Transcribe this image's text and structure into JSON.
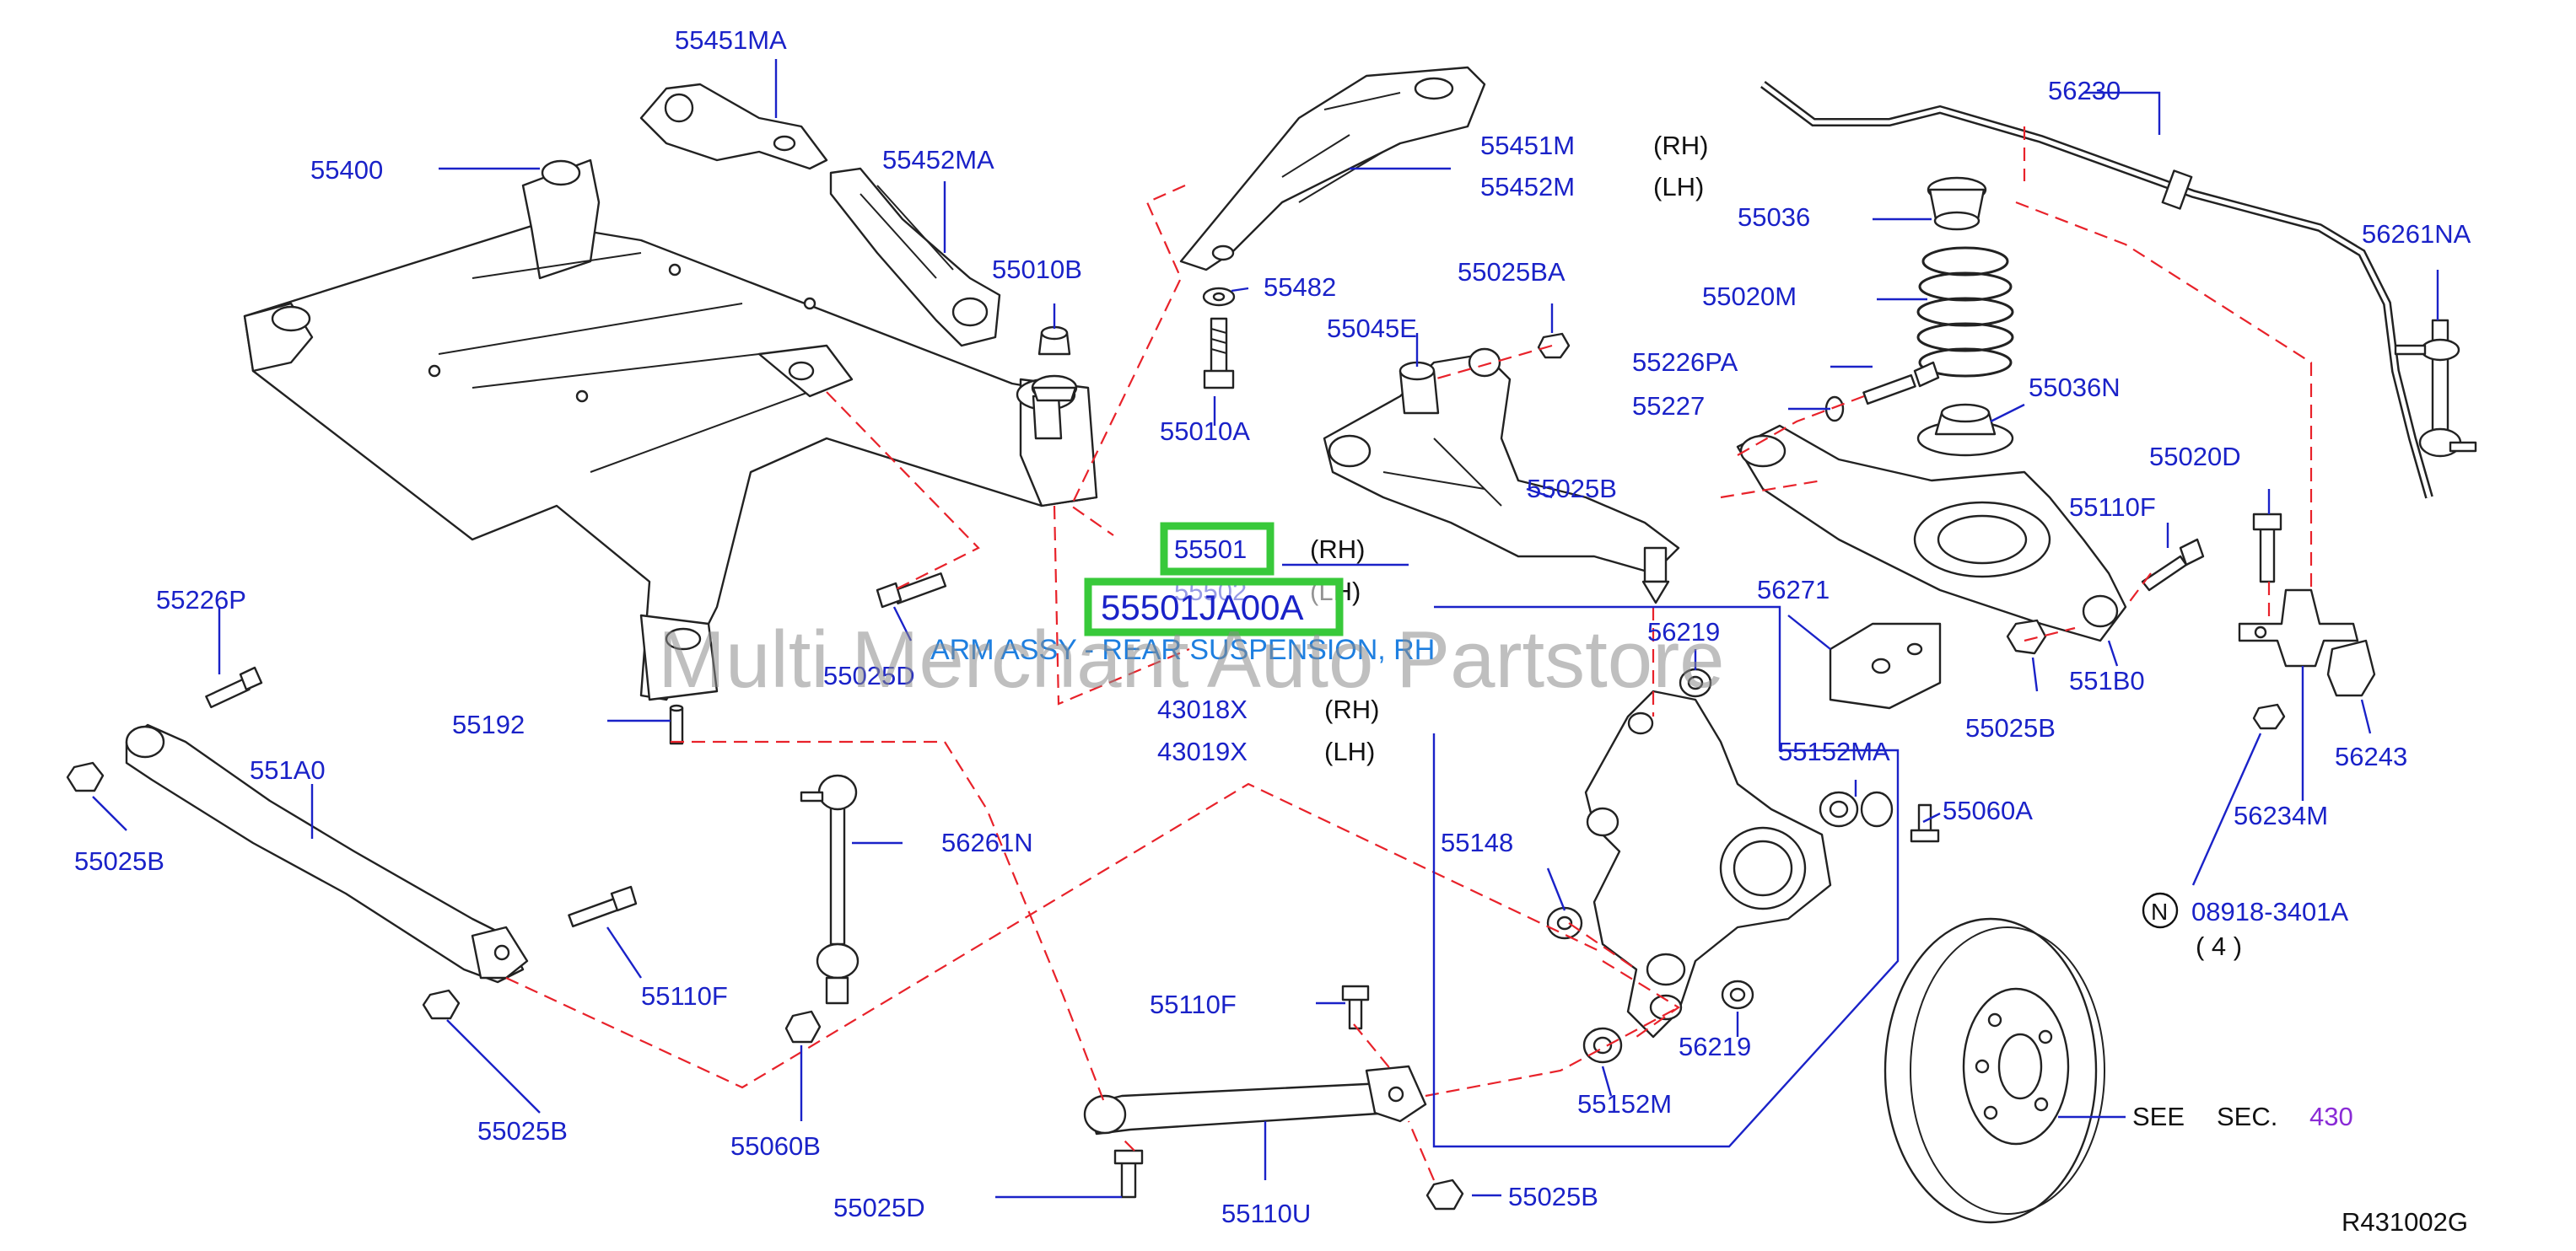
{
  "callouts": {
    "p55451MA": "55451MA",
    "p55400": "55400",
    "p55452MA": "55452MA",
    "p55010B": "55010B",
    "p55451M": "55451M",
    "p55451M_side": "(RH)",
    "p55452M": "55452M",
    "p55452M_side": "(LH)",
    "p55482": "55482",
    "p55025BA": "55025BA",
    "p55045E": "55045E",
    "p55010A": "55010A",
    "p55025B_arm": "55025B",
    "p55501": "55501",
    "p55501_side": "(RH)",
    "p55502": "55502",
    "p55502_side": "(LH)",
    "p55025D_top": "55025D",
    "p55192": "55192",
    "p55226P": "55226P",
    "p551A0": "551A0",
    "p55025B_left": "55025B",
    "p56261N": "56261N",
    "p55110F_left": "55110F",
    "p55025B_bottom_left": "55025B",
    "p55060B": "55060B",
    "p43018X": "43018X",
    "p43018X_side": "(RH)",
    "p43019X": "43019X",
    "p43019X_side": "(LH)",
    "p55110F_bottom": "55110F",
    "p55025D_bottom": "55025D",
    "p55110U": "55110U",
    "p55025B_bottom": "55025B",
    "p56230": "56230",
    "p55036": "55036",
    "p55020M": "55020M",
    "p55226PA": "55226PA",
    "p55227": "55227",
    "p55036N": "55036N",
    "p56261NA": "56261NA",
    "p55020D": "55020D",
    "p55110F_right": "55110F",
    "p56271": "56271",
    "p56219_top": "56219",
    "p55025B_right": "55025B",
    "p551B0": "551B0",
    "p56243": "56243",
    "p55152MA": "55152MA",
    "p55060A": "55060A",
    "p56234M": "56234M",
    "p55148": "55148",
    "p08918": "08918-3401A",
    "p08918_note": "N",
    "p08918_qty": "( 4 )",
    "p56219_bottom": "56219",
    "p55152M": "55152M",
    "see": "SEE",
    "sec": "SEC.",
    "sec_num": "430",
    "figure_code": "R431002G"
  },
  "highlight": {
    "part_number": "55501JA00A",
    "description": "ARM ASSY - REAR SUSPENSION, RH"
  },
  "watermark": "Multi Merchant Auto Partstore",
  "colors": {
    "callout": "#1a22c8",
    "guide_dash": "#e8222a",
    "highlight_box": "#38c93a",
    "note_text": "#1e7fe0",
    "section_ref": "#8a2bd6",
    "watermark": "#8a8a8a"
  }
}
